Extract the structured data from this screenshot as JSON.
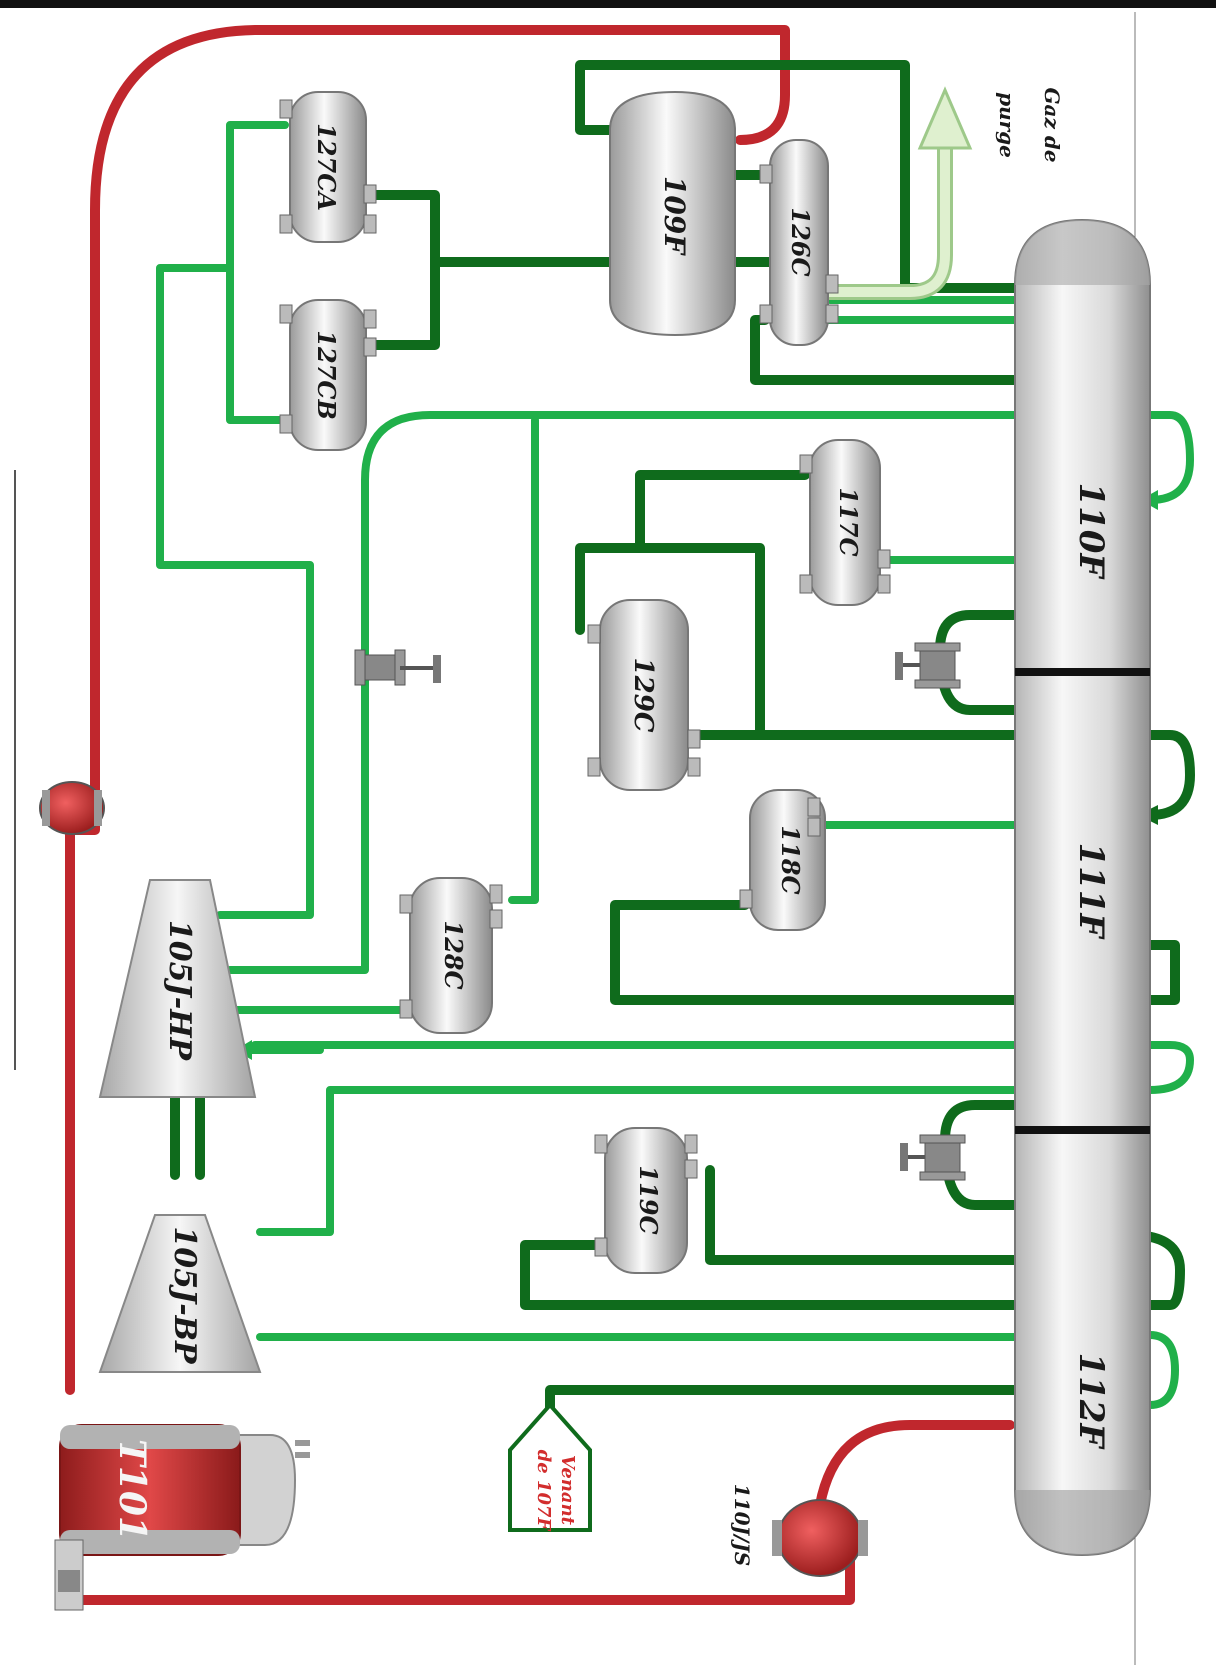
{
  "colors": {
    "dark_green": "#0f6b1c",
    "light_green": "#20b04a",
    "pale_green": "#cfe8b8",
    "red": "#c0272d",
    "vessel_light": "#f2f2f2",
    "vessel_dark": "#8c8c8c"
  },
  "columns": {
    "c110F": "110F",
    "c111F": "111F",
    "c112F": "112F"
  },
  "exchangers": {
    "e127CA": "127CA",
    "e127CB": "127CB",
    "e126C": "126C",
    "e117C": "117C",
    "e129C": "129C",
    "e118C": "118C",
    "e128C": "128C",
    "e119C": "119C"
  },
  "drum": {
    "d109F": "109F"
  },
  "compressors": {
    "hp": "105J-HP",
    "bp": "105J-BP"
  },
  "turbine": "T101",
  "pump": "110J/JS",
  "outlet": {
    "l1": "Gaz de",
    "l2": "purge"
  },
  "inlet": {
    "l1": "Venant",
    "l2": "de 107F"
  }
}
